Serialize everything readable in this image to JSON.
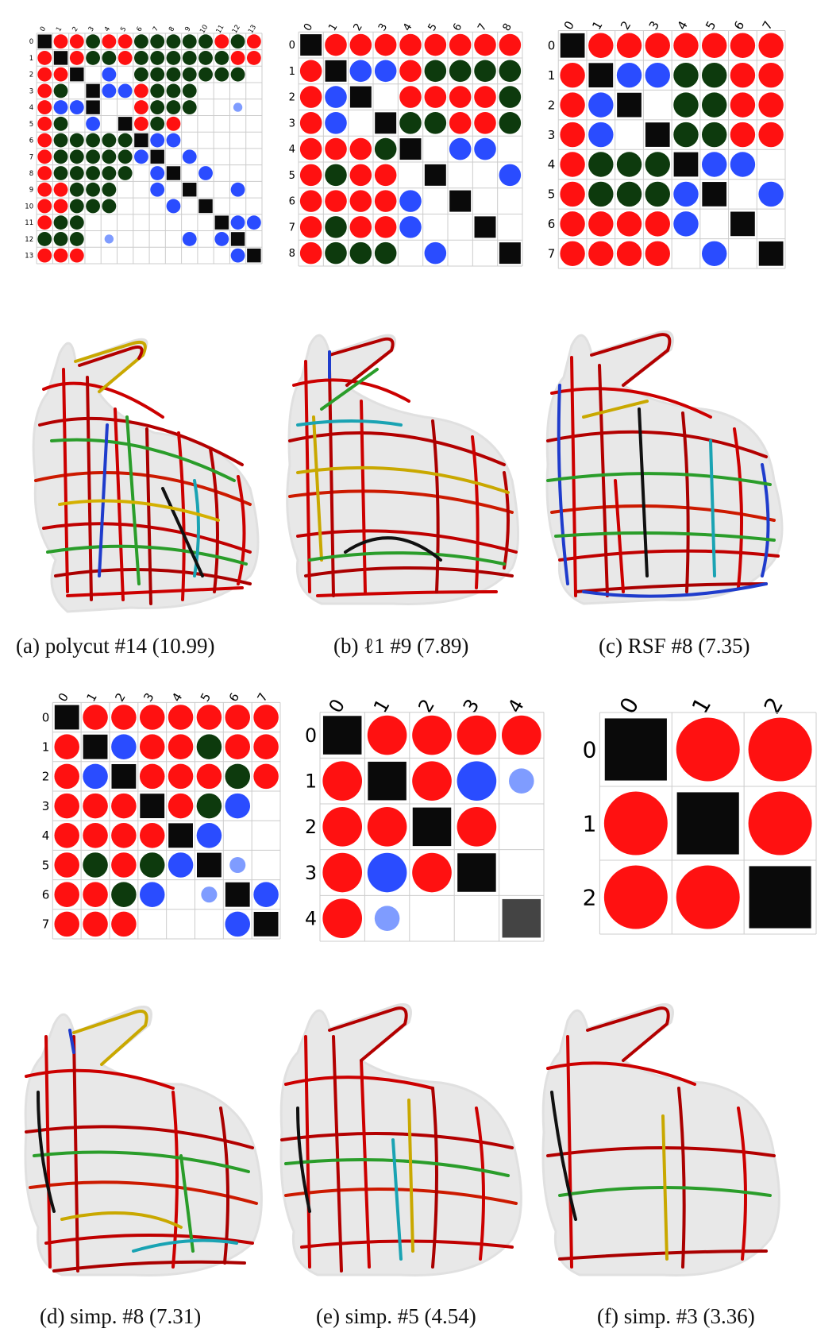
{
  "captions": {
    "a": "(a)  polycut #14 (10.99)",
    "b": "(b)  ℓ1 #9 (7.89)",
    "c": "(c)  RSF #8 (7.35)",
    "d": "(d)  simp. #8 (7.31)",
    "e": "(e)  simp. #5 (4.54)",
    "f": "(f)  simp. #3 (3.36)"
  },
  "legend_colors": {
    "black": "#0a0a0a",
    "red": "#ff1111",
    "green": "#0d3a0d",
    "blue": "#2a4cff",
    "lightblue": "#7f9cff",
    "gray": "#444444"
  },
  "matrices": {
    "a": {
      "n": 14,
      "rows": [
        [
          "K",
          "R",
          "R",
          "G",
          "R",
          "R",
          "G",
          "G",
          "G",
          "G",
          "G",
          "R",
          "G",
          "R"
        ],
        [
          "R",
          "K",
          "R",
          "G",
          "G",
          "R",
          "G",
          "G",
          "G",
          "G",
          "G",
          "G",
          "R",
          "R"
        ],
        [
          "R",
          "R",
          "K",
          "",
          "B",
          "",
          "G",
          "G",
          "G",
          "G",
          "G",
          "G",
          "G",
          ""
        ],
        [
          "R",
          "G",
          "",
          "K",
          "B",
          "B",
          "R",
          "G",
          "G",
          "G",
          "",
          "",
          "",
          ""
        ],
        [
          "R",
          "B",
          "B",
          "K",
          "",
          "",
          "R",
          "G",
          "G",
          "G",
          "",
          "",
          "b",
          ""
        ],
        [
          "R",
          "G",
          "",
          "B",
          "",
          "K",
          "R",
          "G",
          "R",
          "",
          "",
          "",
          "",
          ""
        ],
        [
          "R",
          "G",
          "G",
          "G",
          "G",
          "G",
          "K",
          "B",
          "B",
          "",
          "",
          "",
          "",
          ""
        ],
        [
          "R",
          "G",
          "G",
          "G",
          "G",
          "G",
          "B",
          "K",
          "",
          "B",
          "",
          "",
          "",
          ""
        ],
        [
          "R",
          "G",
          "G",
          "G",
          "G",
          "G",
          "",
          "B",
          "K",
          "",
          "B",
          "",
          "",
          ""
        ],
        [
          "R",
          "R",
          "G",
          "G",
          "G",
          "",
          "",
          "B",
          "",
          "K",
          "",
          "",
          "B",
          ""
        ],
        [
          "R",
          "R",
          "G",
          "G",
          "G",
          "",
          "",
          "",
          "B",
          "",
          "K",
          "",
          "",
          ""
        ],
        [
          "R",
          "G",
          "G",
          "",
          "",
          "",
          "",
          "",
          "",
          "",
          "",
          "K",
          "B",
          "B"
        ],
        [
          "G",
          "G",
          "G",
          "",
          "b",
          "",
          "",
          "",
          "",
          "B",
          "",
          "B",
          "K",
          ""
        ],
        [
          "R",
          "R",
          "R",
          "",
          "",
          "",
          "",
          "",
          "",
          "",
          "",
          "",
          "B",
          "K"
        ]
      ]
    },
    "b": {
      "n": 9,
      "rows": [
        [
          "K",
          "R",
          "R",
          "R",
          "R",
          "R",
          "R",
          "R",
          "R"
        ],
        [
          "R",
          "K",
          "B",
          "B",
          "R",
          "G",
          "G",
          "G",
          "G"
        ],
        [
          "R",
          "B",
          "K",
          "",
          "R",
          "R",
          "R",
          "R",
          "G"
        ],
        [
          "R",
          "B",
          "",
          "K",
          "G",
          "G",
          "R",
          "R",
          "G"
        ],
        [
          "R",
          "R",
          "R",
          "G",
          "K",
          "",
          "B",
          "B",
          ""
        ],
        [
          "R",
          "G",
          "R",
          "R",
          "",
          "K",
          "",
          "",
          "B"
        ],
        [
          "R",
          "R",
          "R",
          "R",
          "B",
          "",
          "K",
          "",
          ""
        ],
        [
          "R",
          "G",
          "R",
          "R",
          "B",
          "",
          "",
          "K",
          ""
        ],
        [
          "R",
          "G",
          "G",
          "G",
          "",
          "B",
          "",
          "",
          "K"
        ]
      ]
    },
    "c": {
      "n": 8,
      "rows": [
        [
          "K",
          "R",
          "R",
          "R",
          "R",
          "R",
          "R",
          "R"
        ],
        [
          "R",
          "K",
          "B",
          "B",
          "G",
          "G",
          "R",
          "R"
        ],
        [
          "R",
          "B",
          "K",
          "",
          "G",
          "G",
          "R",
          "R"
        ],
        [
          "R",
          "B",
          "",
          "K",
          "G",
          "G",
          "R",
          "R"
        ],
        [
          "R",
          "G",
          "G",
          "G",
          "K",
          "B",
          "B",
          ""
        ],
        [
          "R",
          "G",
          "G",
          "G",
          "B",
          "K",
          "",
          "B"
        ],
        [
          "R",
          "R",
          "R",
          "R",
          "B",
          "",
          "K",
          ""
        ],
        [
          "R",
          "R",
          "R",
          "R",
          "",
          "B",
          "",
          "K"
        ]
      ]
    },
    "d": {
      "n": 8,
      "rows": [
        [
          "K",
          "R",
          "R",
          "R",
          "R",
          "R",
          "R",
          "R"
        ],
        [
          "R",
          "K",
          "B",
          "R",
          "R",
          "G",
          "R",
          "R"
        ],
        [
          "R",
          "B",
          "K",
          "R",
          "R",
          "R",
          "G",
          "R"
        ],
        [
          "R",
          "R",
          "R",
          "K",
          "R",
          "G",
          "B",
          ""
        ],
        [
          "R",
          "R",
          "R",
          "R",
          "K",
          "B",
          "",
          ""
        ],
        [
          "R",
          "G",
          "R",
          "G",
          "B",
          "K",
          "b",
          ""
        ],
        [
          "R",
          "R",
          "G",
          "B",
          "",
          "b",
          "K",
          "B"
        ],
        [
          "R",
          "R",
          "R",
          "",
          "",
          "",
          "B",
          "K"
        ]
      ]
    },
    "e": {
      "n": 5,
      "rows": [
        [
          "K",
          "R",
          "R",
          "R",
          "R"
        ],
        [
          "R",
          "K",
          "R",
          "B",
          "b"
        ],
        [
          "R",
          "R",
          "K",
          "R",
          ""
        ],
        [
          "R",
          "B",
          "R",
          "K",
          ""
        ],
        [
          "R",
          "b",
          "",
          "",
          "D"
        ]
      ]
    },
    "f": {
      "n": 3,
      "rows": [
        [
          "K",
          "R",
          "R"
        ],
        [
          "R",
          "K",
          "R"
        ],
        [
          "R",
          "R",
          "K"
        ]
      ]
    }
  }
}
